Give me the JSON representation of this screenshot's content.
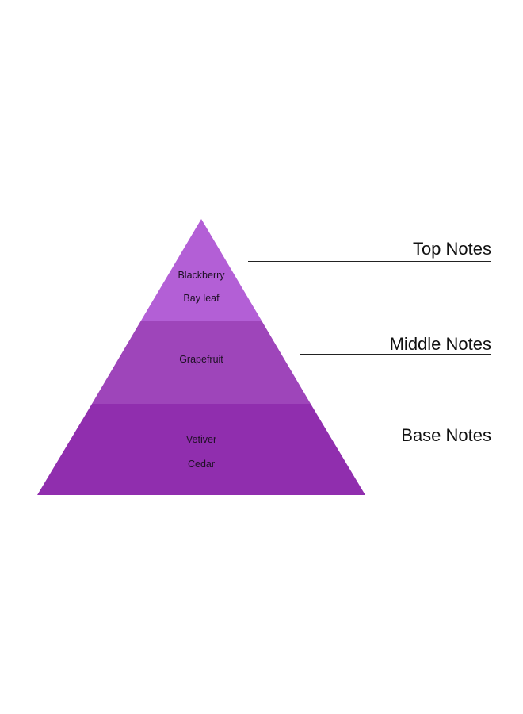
{
  "tiers": [
    {
      "label": "Top Notes",
      "notes": [
        "Blackberry",
        "Bay leaf"
      ],
      "color": "#b35fd6"
    },
    {
      "label": "Middle Notes",
      "notes": [
        "Grapefruit"
      ],
      "color": "#9e45ba"
    },
    {
      "label": "Base Notes",
      "notes": [
        "Vetiver",
        "Cedar"
      ],
      "color": "#902eae"
    }
  ],
  "colors": {
    "label_text": "#111111",
    "note_text": "#1e1024",
    "leader_line": "#222222",
    "background": "#ffffff"
  }
}
